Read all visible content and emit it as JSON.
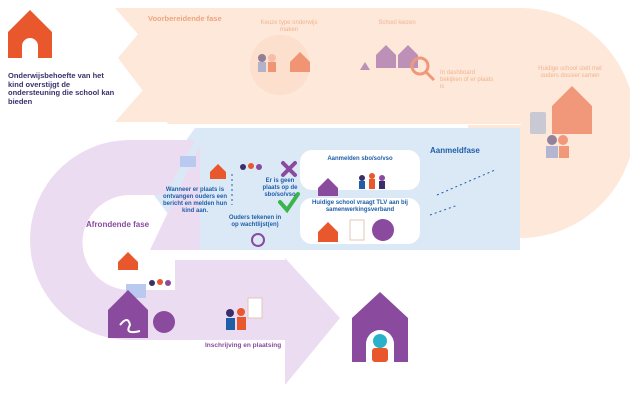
{
  "intro": {
    "text": "Onderwijsbehoefte van het kind overstijgt de ondersteuning die school kan bieden"
  },
  "phases": {
    "preparatory": {
      "title": "Voorbereidende fase",
      "steps": [
        {
          "label": "Keuze type onderwijs maken"
        },
        {
          "label": "School kiezen"
        },
        {
          "label": "In dashboard bekijken of er plaats is"
        },
        {
          "label": "Huidige school stelt met ouders dossier samen"
        }
      ]
    },
    "registration": {
      "title": "Aanmeldfase",
      "steps": [
        {
          "label": "Aanmelden sbo/so/vso"
        },
        {
          "label": "Er is geen plaats op de sbo/so/vso"
        },
        {
          "label": "Ouders tekenen in op wachtlijst(en)"
        },
        {
          "label": "Wanneer er plaats is ontvangen ouders een bericht en melden hun kind aan."
        },
        {
          "label": "Huidige school vraagt TLV aan bij samenwerkingsverband"
        }
      ]
    },
    "final": {
      "title": "Afrondende fase",
      "steps": [
        {
          "label": "Inschrijving en plaatsing"
        }
      ]
    }
  },
  "colors": {
    "orange": "#e8582c",
    "pale_orange": "#fde8da",
    "light_blue": "#dbe9f7",
    "purple": "#8a4a9e",
    "pale_purple": "#ecdcf1",
    "navy": "#3b2f6b",
    "green": "#3bb54a"
  },
  "icons": [
    "school-icon",
    "people-icon",
    "magnifier-icon",
    "dossier-icon",
    "envelope-icon",
    "cross-icon",
    "check-icon",
    "clock-icon",
    "document-icon",
    "swv-stamp-icon",
    "signature-icon",
    "child-icon"
  ]
}
